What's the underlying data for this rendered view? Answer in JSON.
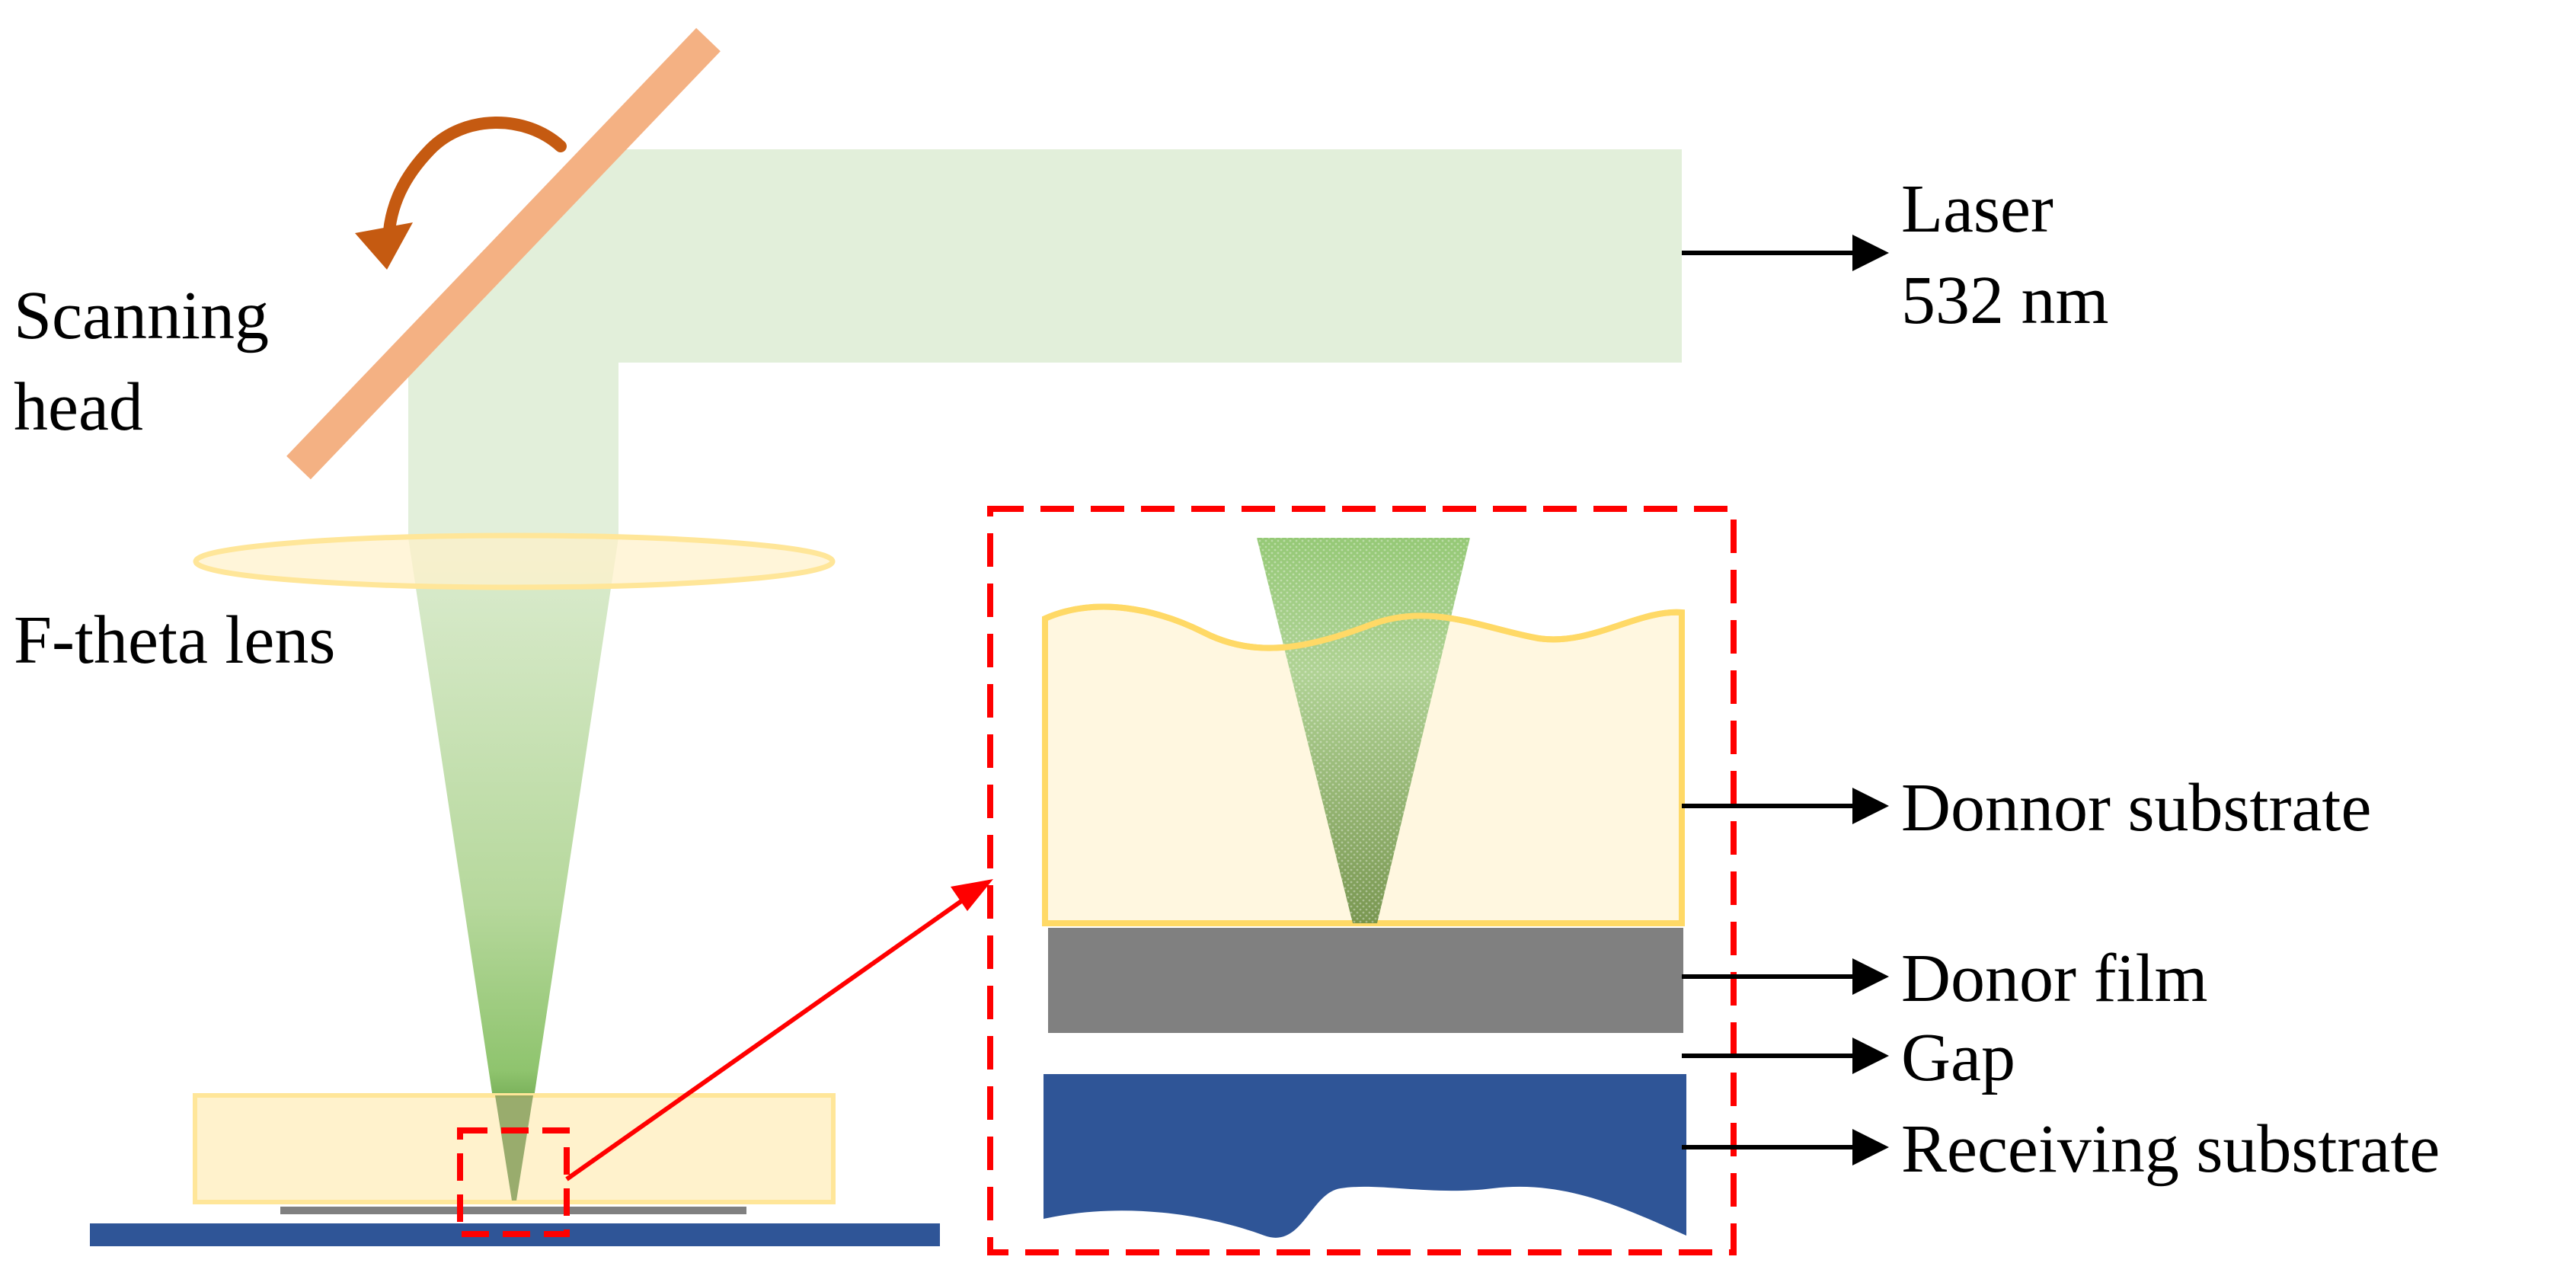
{
  "labels": {
    "scanning_head_line1": "Scanning",
    "scanning_head_line2": "head",
    "f_theta_lens": "F-theta lens",
    "laser_line1": "Laser",
    "laser_line2": "532 nm",
    "donor_substrate": "Donnor substrate",
    "donor_film": "Donor film",
    "gap": "Gap",
    "receiving_substrate": "Receiving substrate"
  },
  "colors": {
    "laser_beam": "#e2efda",
    "mirror": "#f4b183",
    "rotation_arrow": "#c55a11",
    "lens_fill": "#fff2cc",
    "lens_stroke": "#ffe699",
    "cone_top": "#c5e0b4",
    "cone_mid": "#a9d18e",
    "cone_tip": "#548235",
    "donor_substrate_fill": "#fff2cc",
    "donor_substrate_stroke": "#ffd966",
    "donor_film": "#808080",
    "receiving_substrate": "#2f5597",
    "zoom_box": "#ff0000",
    "label_text": "#000000"
  }
}
